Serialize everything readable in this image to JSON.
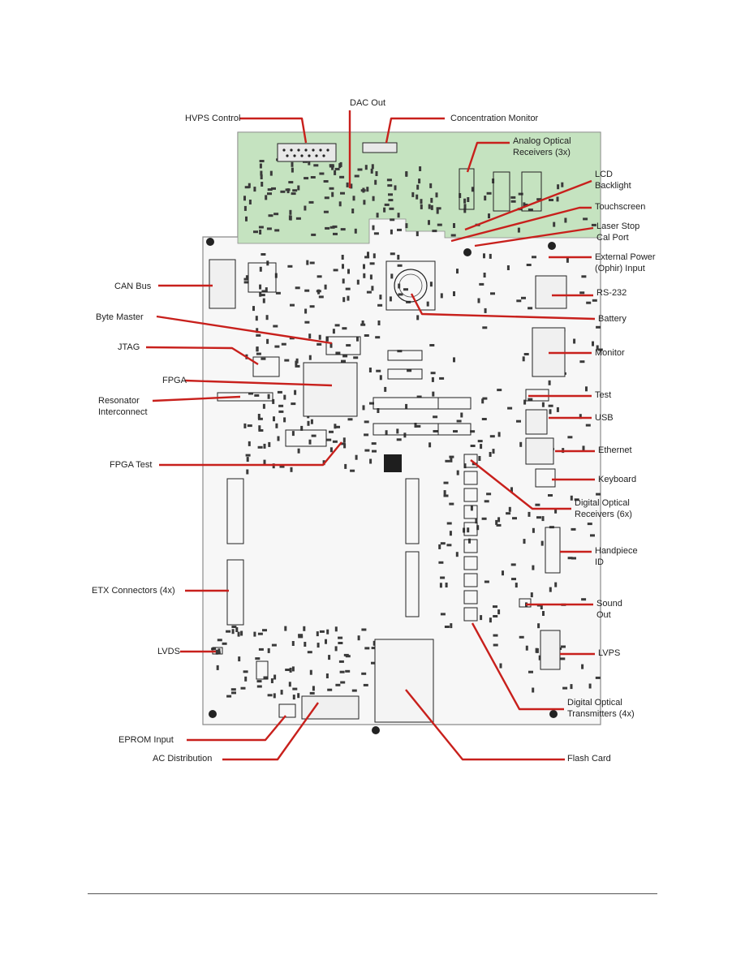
{
  "colors": {
    "leader": "#c8201c",
    "board": "#f7f7f7",
    "board_edge": "#8a8a8a",
    "green_region": "#c5e3c0",
    "chip": "#1e1e1e"
  },
  "callouts": [
    {
      "id": "hvps-control",
      "lines": [
        "HVPS Control"
      ]
    },
    {
      "id": "dac-out",
      "lines": [
        "DAC Out"
      ]
    },
    {
      "id": "concentration-monitor",
      "lines": [
        "Concentration Monitor"
      ]
    },
    {
      "id": "analog-optical-receivers",
      "lines": [
        "Analog Optical",
        "Receivers (3x)"
      ]
    },
    {
      "id": "lcd-backlight",
      "lines": [
        "LCD",
        "Backlight"
      ]
    },
    {
      "id": "touchscreen",
      "lines": [
        "Touchscreen"
      ]
    },
    {
      "id": "laser-stop-cal-port",
      "lines": [
        "Laser Stop",
        "Cal Port"
      ]
    },
    {
      "id": "external-power",
      "lines": [
        "External Power",
        "(Ophir) Input"
      ]
    },
    {
      "id": "can-bus",
      "lines": [
        "CAN Bus"
      ]
    },
    {
      "id": "rs-232",
      "lines": [
        "RS-232"
      ]
    },
    {
      "id": "byte-master",
      "lines": [
        "Byte Master"
      ]
    },
    {
      "id": "battery",
      "lines": [
        "Battery"
      ]
    },
    {
      "id": "jtag",
      "lines": [
        "JTAG"
      ]
    },
    {
      "id": "monitor",
      "lines": [
        "Monitor"
      ]
    },
    {
      "id": "fpga",
      "lines": [
        "FPGA"
      ]
    },
    {
      "id": "test",
      "lines": [
        "Test"
      ]
    },
    {
      "id": "resonator-interconnect",
      "lines": [
        "Resonator",
        "Interconnect"
      ]
    },
    {
      "id": "usb",
      "lines": [
        "USB"
      ]
    },
    {
      "id": "ethernet",
      "lines": [
        "Ethernet"
      ]
    },
    {
      "id": "fpga-test",
      "lines": [
        "FPGA Test"
      ]
    },
    {
      "id": "keyboard",
      "lines": [
        "Keyboard"
      ]
    },
    {
      "id": "digital-optical-receivers",
      "lines": [
        "Digital Optical",
        "Receivers (6x)"
      ]
    },
    {
      "id": "handpiece-id",
      "lines": [
        "Handpiece",
        "ID"
      ]
    },
    {
      "id": "etx-connectors",
      "lines": [
        "ETX Connectors (4x)"
      ]
    },
    {
      "id": "sound-out",
      "lines": [
        "Sound",
        "Out"
      ]
    },
    {
      "id": "lvds",
      "lines": [
        "LVDS"
      ]
    },
    {
      "id": "lvps",
      "lines": [
        "LVPS"
      ]
    },
    {
      "id": "digital-optical-transmitters",
      "lines": [
        "Digital Optical",
        "Transmitters (4x)"
      ]
    },
    {
      "id": "eprom-input",
      "lines": [
        "EPROM Input"
      ]
    },
    {
      "id": "ac-distribution",
      "lines": [
        "AC Distribution"
      ]
    },
    {
      "id": "flash-card",
      "lines": [
        "Flash Card"
      ]
    }
  ]
}
